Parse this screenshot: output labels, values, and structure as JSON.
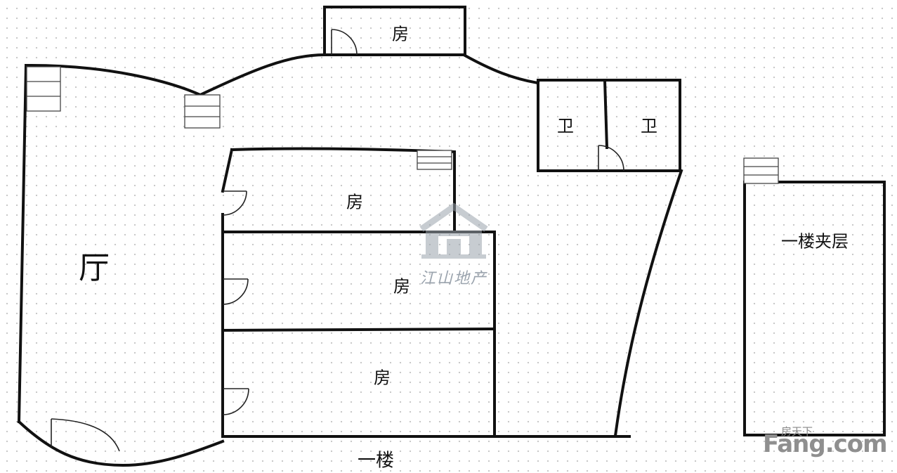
{
  "rooms": {
    "top_room": "房",
    "wc_left": "卫",
    "wc_right": "卫",
    "middle_room": "房",
    "center_room": "房",
    "lower_room": "房",
    "hall": "厅",
    "mezzanine": "一楼夹层"
  },
  "floor_caption": "一楼",
  "watermark_text": "江山地产",
  "brand": {
    "sub": "房天下",
    "main": "Fang.com"
  },
  "colors": {
    "wall": "#111111",
    "grid_dot": "#c9c9c9",
    "watermark": "#9aa3ad"
  }
}
